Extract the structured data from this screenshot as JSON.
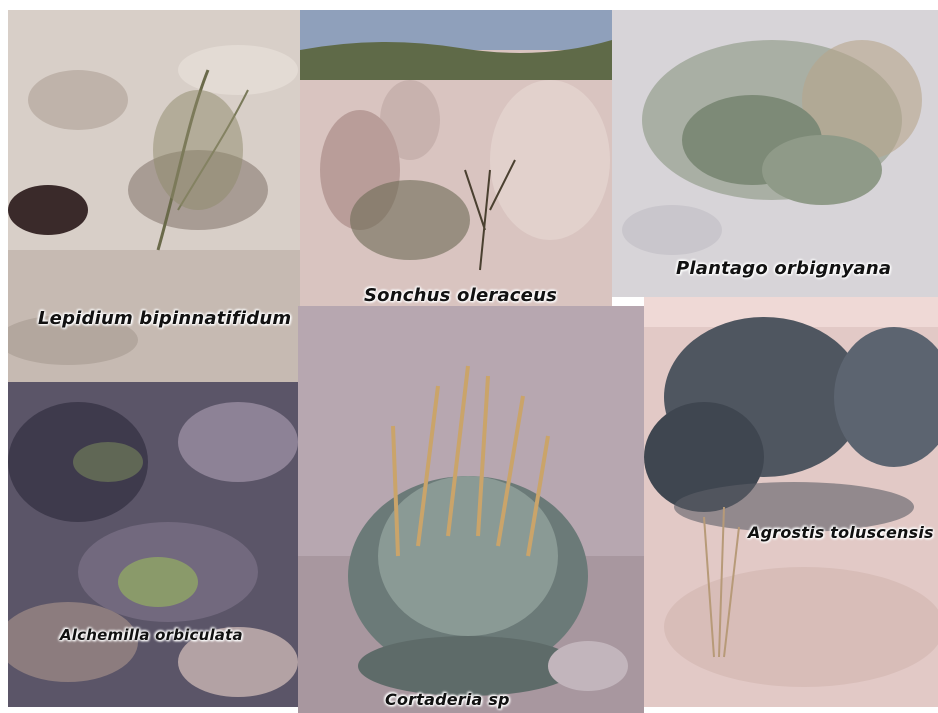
{
  "photos": {
    "lepidium": {
      "caption": "Lepidium bipinnatifidum"
    },
    "sonchus": {
      "caption": "Sonchus oleraceus"
    },
    "plantago": {
      "caption": "Plantago orbignyana"
    },
    "alchemilla": {
      "caption": "Alchemilla orbiculata"
    },
    "cortaderia": {
      "caption": "Cortaderia sp"
    },
    "agrostis": {
      "caption": "Agrostis toluscensis"
    }
  }
}
